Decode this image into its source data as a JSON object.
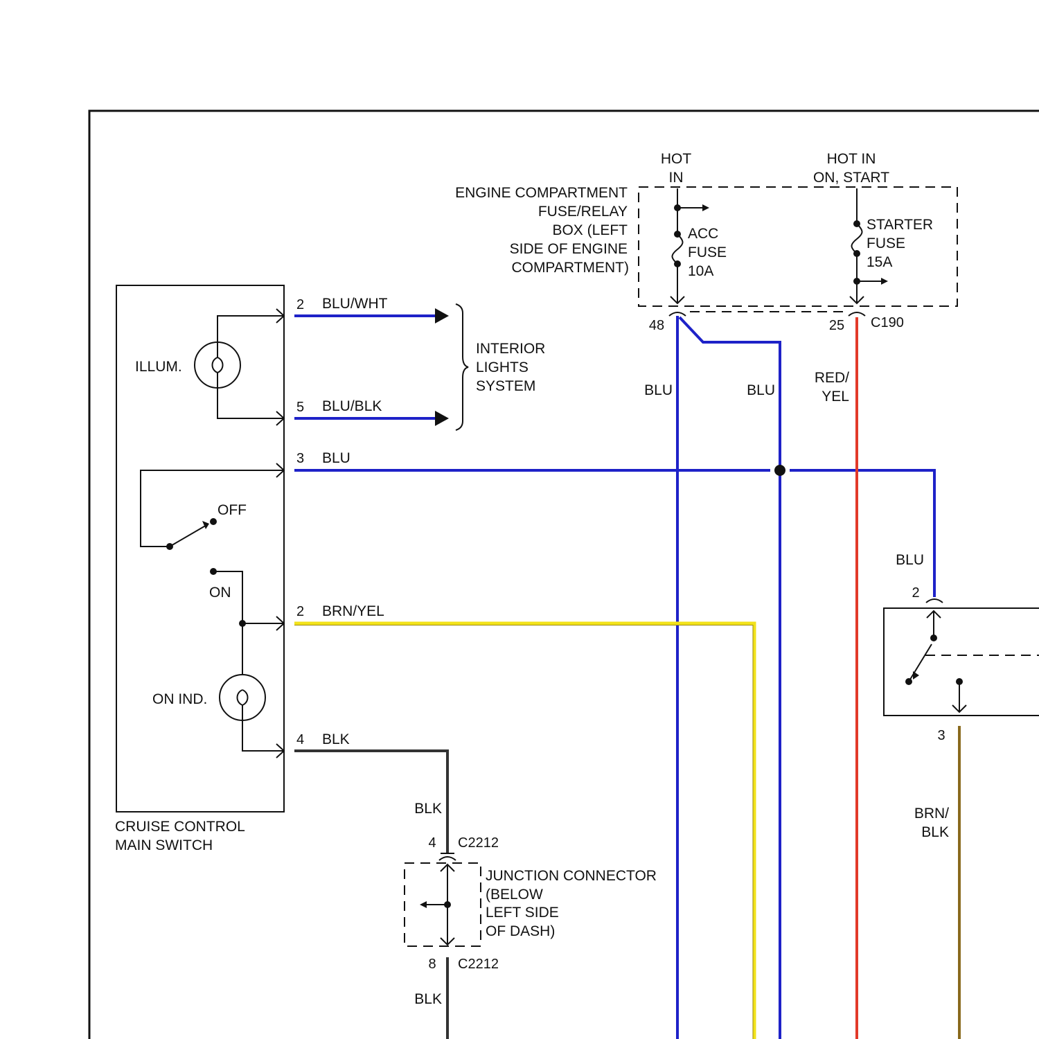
{
  "colors": {
    "blu": "#1e22c8",
    "yel": "#f2e21a",
    "yel_edge": "#9a8a10",
    "red": "#e23a2a",
    "red_edge": "#c86a1a",
    "blk": "#333333",
    "brn": "#8a6a1e",
    "ink": "#111111"
  },
  "engine_box": {
    "hot_in_left": [
      "HOT",
      "IN"
    ],
    "hot_in_right": [
      "HOT IN",
      "ON, START"
    ],
    "title": [
      "ENGINE COMPARTMENT",
      "FUSE/RELAY",
      "BOX (LEFT",
      "SIDE OF ENGINE",
      "COMPARTMENT)"
    ],
    "acc_fuse": [
      "ACC",
      "FUSE",
      "10A"
    ],
    "starter_fuse": [
      "STARTER",
      "FUSE",
      "15A"
    ],
    "pin_left": "48",
    "pin_right": "25",
    "connector": "C190"
  },
  "main_switch": {
    "title": [
      "CRUISE CONTROL",
      "MAIN SWITCH"
    ],
    "illum": "ILLUM.",
    "off": "OFF",
    "on": "ON",
    "on_ind": "ON IND."
  },
  "wires": [
    {
      "pin": "2",
      "label": "BLU/WHT"
    },
    {
      "pin": "5",
      "label": "BLU/BLK"
    },
    {
      "pin": "3",
      "label": "BLU"
    },
    {
      "pin": "2",
      "label": "BRN/YEL"
    },
    {
      "pin": "4",
      "label": "BLK"
    }
  ],
  "interior": [
    "INTERIOR",
    "LIGHTS",
    "SYSTEM"
  ],
  "vertical_labels": {
    "blu_left": "BLU",
    "blu_mid": "BLU",
    "red_yel": [
      "RED/",
      "YEL"
    ],
    "blu_right": "BLU",
    "brn_blk": [
      "BRN/",
      "BLK"
    ],
    "blk_upper": "BLK",
    "blk_lower": "BLK"
  },
  "junction": {
    "top_pin": "4",
    "top_conn": "C2212",
    "bottom_pin": "8",
    "bottom_conn": "C2212",
    "title": [
      "JUNCTION CONNECTOR",
      "(BELOW",
      "LEFT SIDE",
      "OF DASH)"
    ]
  },
  "right_switch": {
    "top_pin": "2",
    "bottom_pin": "3"
  }
}
